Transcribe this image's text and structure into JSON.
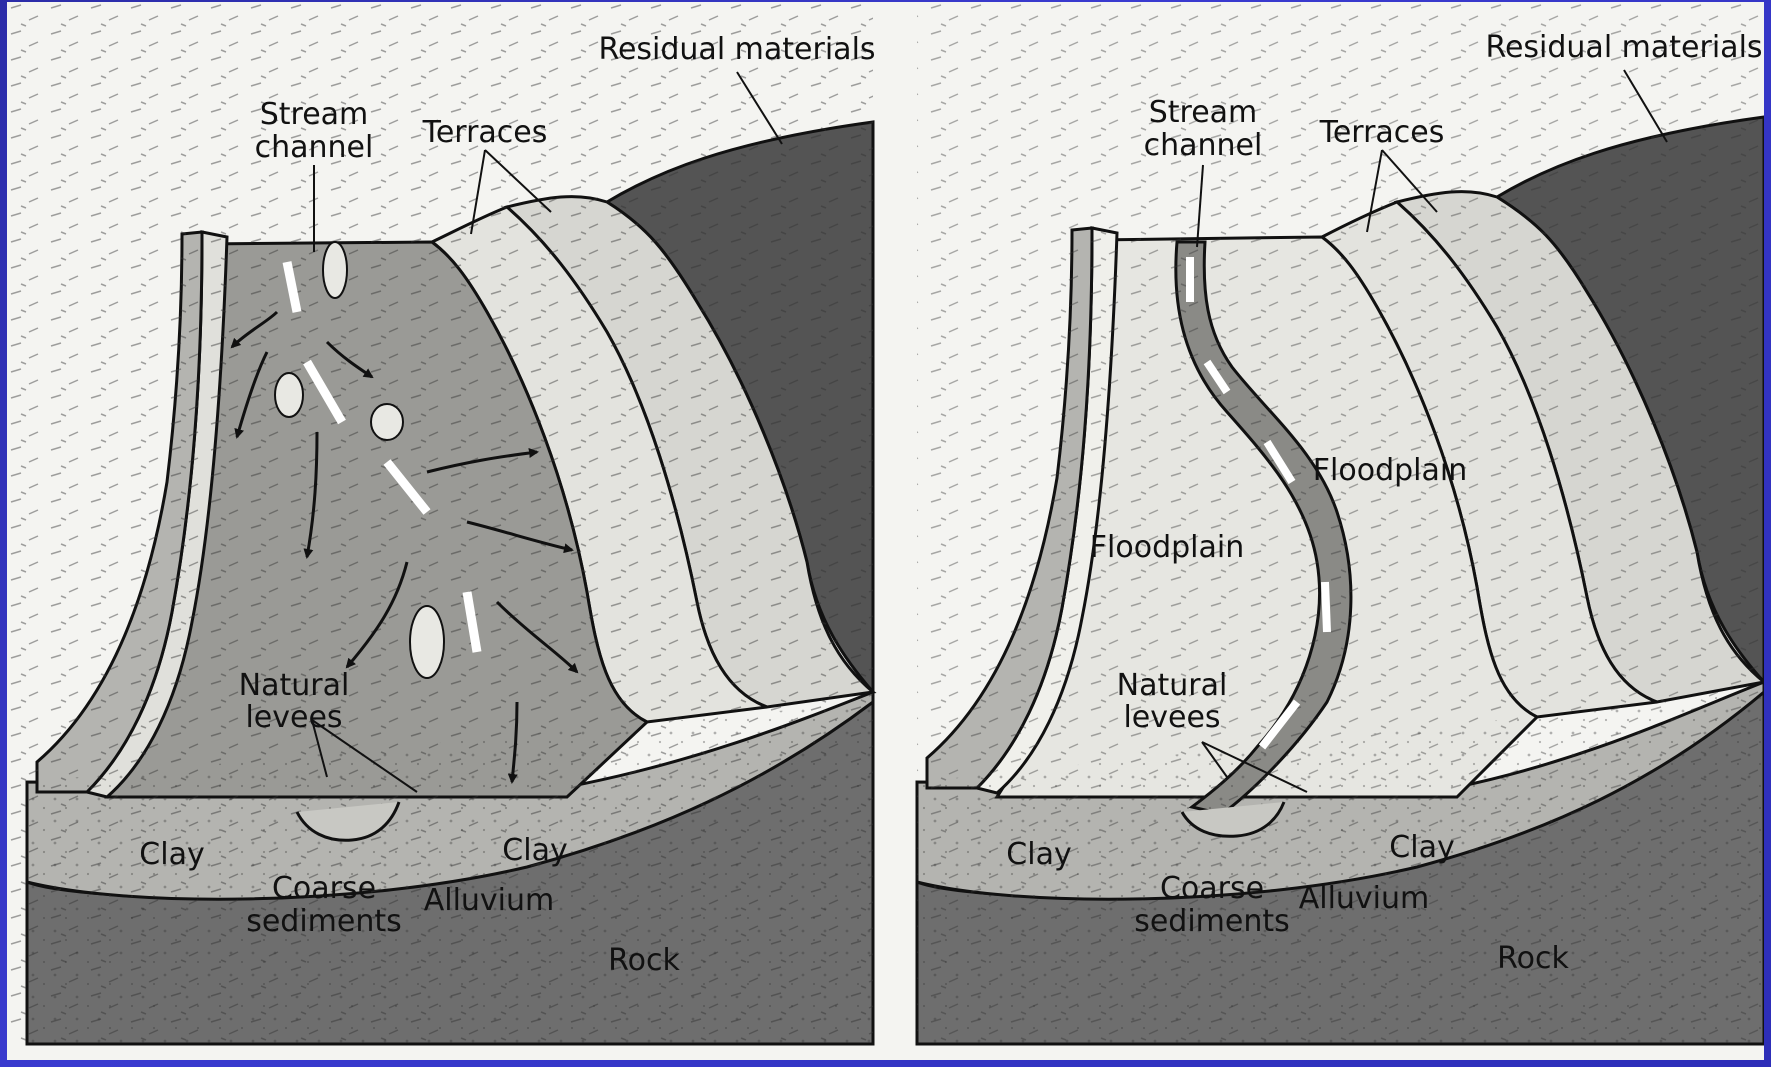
{
  "figure": {
    "left_panel": {
      "labels": {
        "residual_materials": "Residual materials",
        "stream_l1": "Stream",
        "stream_l2": "channel",
        "terraces": "Terraces",
        "levees_l1": "Natural",
        "levees_l2": "levees",
        "clay_left": "Clay",
        "clay_right": "Clay",
        "coarse_l1": "Coarse",
        "coarse_l2": "sediments",
        "alluvium": "Alluvium",
        "rock": "Rock"
      }
    },
    "right_panel": {
      "labels": {
        "residual_materials": "Residual materials",
        "stream_l1": "Stream",
        "stream_l2": "channel",
        "terraces": "Terraces",
        "floodplain_upper": "Floodplain",
        "floodplain_lower": "Floodplain",
        "levees_l1": "Natural",
        "levees_l2": "levees",
        "clay_left": "Clay",
        "clay_right": "Clay",
        "coarse_l1": "Coarse",
        "coarse_l2": "sediments",
        "alluvium": "Alluvium",
        "rock": "Rock"
      }
    },
    "colors": {
      "slide_background": "#2e2fb8",
      "paper": "#f4f4f1",
      "rock": "#6e6e6e",
      "alluvium": "#b4b4b0",
      "floodplain_flooded": "#9a9a96",
      "floodplain_dry": "#e6e6e1",
      "terrace": "#d6d6d1",
      "residual": "#545454"
    }
  }
}
